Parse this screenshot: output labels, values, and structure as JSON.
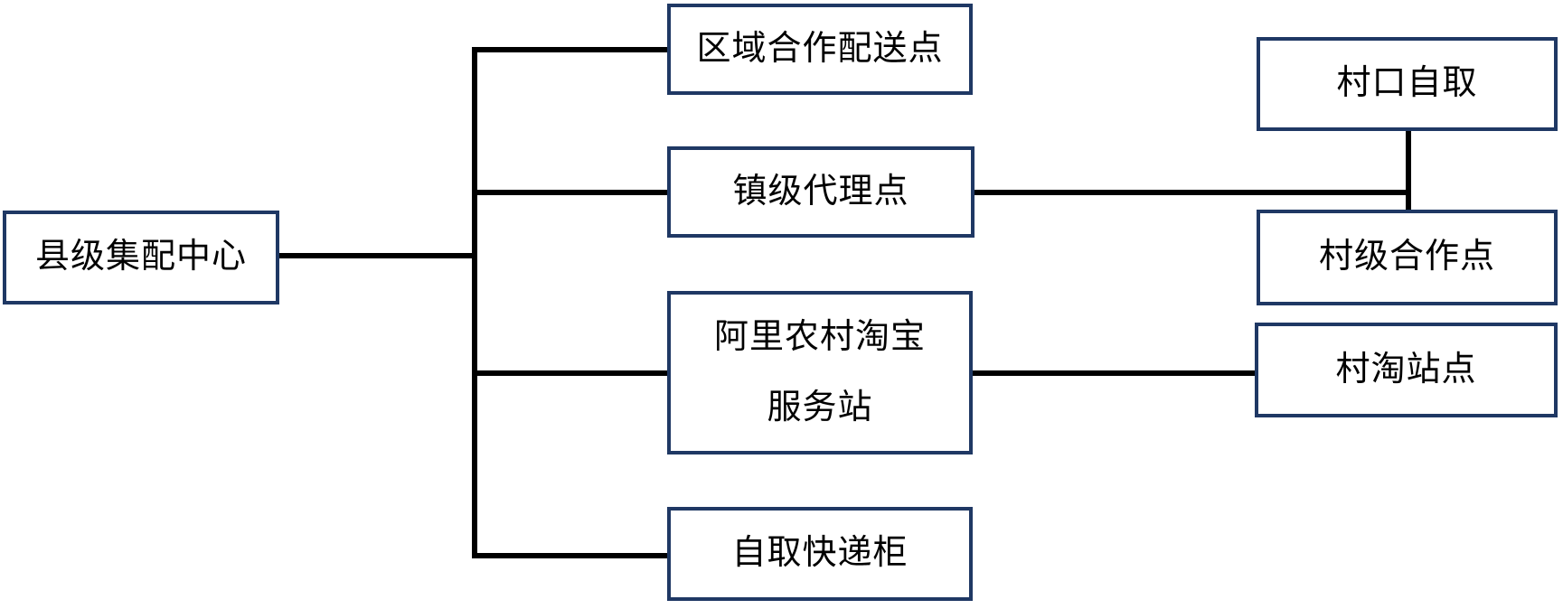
{
  "diagram": {
    "type": "flowchart",
    "colors": {
      "box_border": "#1f3864",
      "box_fill": "#ffffff",
      "connector": "#000000",
      "text": "#000000",
      "background": "#ffffff"
    },
    "nodes": {
      "county_center": {
        "label": "县级集配中心"
      },
      "regional_coop_point": {
        "label": "区域合作配送点"
      },
      "town_agency_point": {
        "label": "镇级代理点"
      },
      "ali_rural_taobao_station": {
        "label": "阿里农村淘宝\n服务站"
      },
      "self_pickup_locker": {
        "label": "自取快递柜"
      },
      "village_entrance_pickup": {
        "label": "村口自取"
      },
      "village_coop_point": {
        "label": "村级合作点"
      },
      "village_taobao_site": {
        "label": "村淘站点"
      }
    },
    "edges": [
      {
        "from": "县级集配中心",
        "to": "区域合作配送点"
      },
      {
        "from": "县级集配中心",
        "to": "镇级代理点"
      },
      {
        "from": "县级集配中心",
        "to": "阿里农村淘宝服务站"
      },
      {
        "from": "县级集配中心",
        "to": "自取快递柜"
      },
      {
        "from": "镇级代理点",
        "to": "村口自取"
      },
      {
        "from": "镇级代理点",
        "to": "村级合作点"
      },
      {
        "from": "阿里农村淘宝服务站",
        "to": "村淘站点"
      }
    ]
  }
}
